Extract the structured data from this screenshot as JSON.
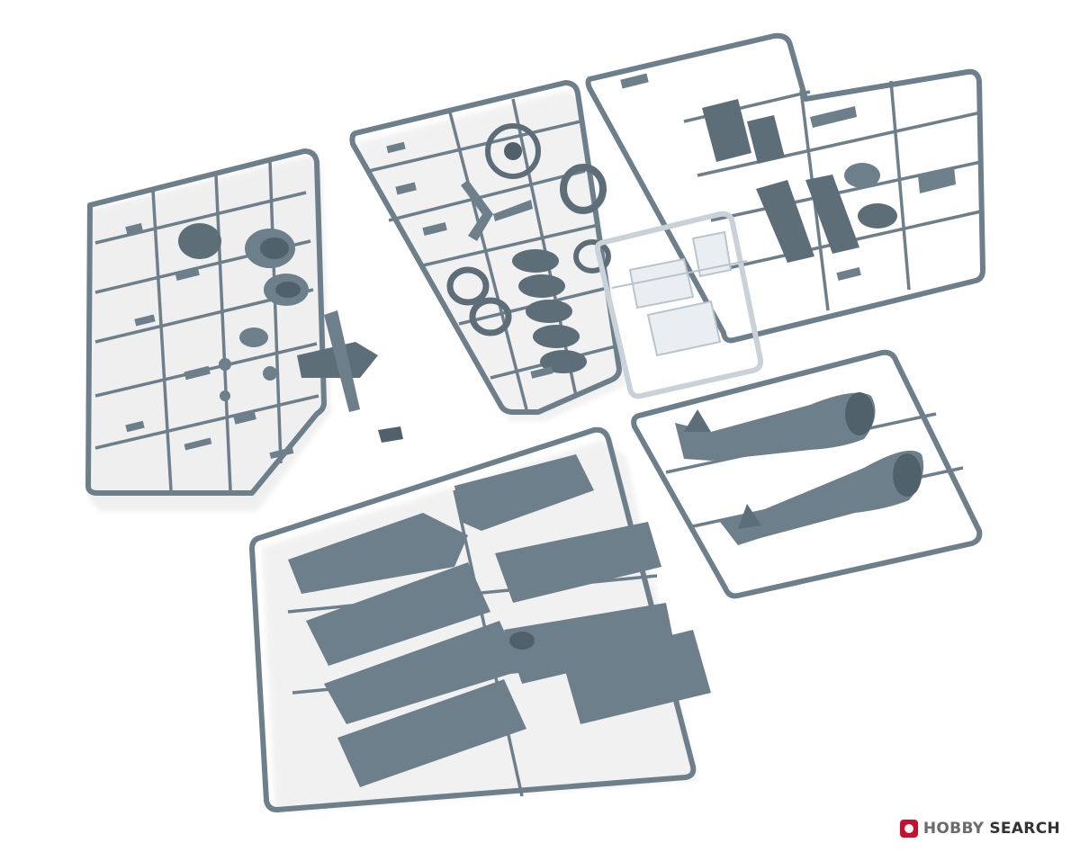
{
  "photo": {
    "subject": "model-kit-sprues",
    "background_color": "#ffffff",
    "plastic_color": "#6d7f8a",
    "plastic_dark": "#51616b",
    "clear_color": "#e9eef2"
  },
  "watermark": {
    "brand_primary": "HOBBY",
    "brand_secondary": "SEARCH",
    "logo_color": "#c8102e",
    "icon": "hobby-search-logo-icon"
  }
}
